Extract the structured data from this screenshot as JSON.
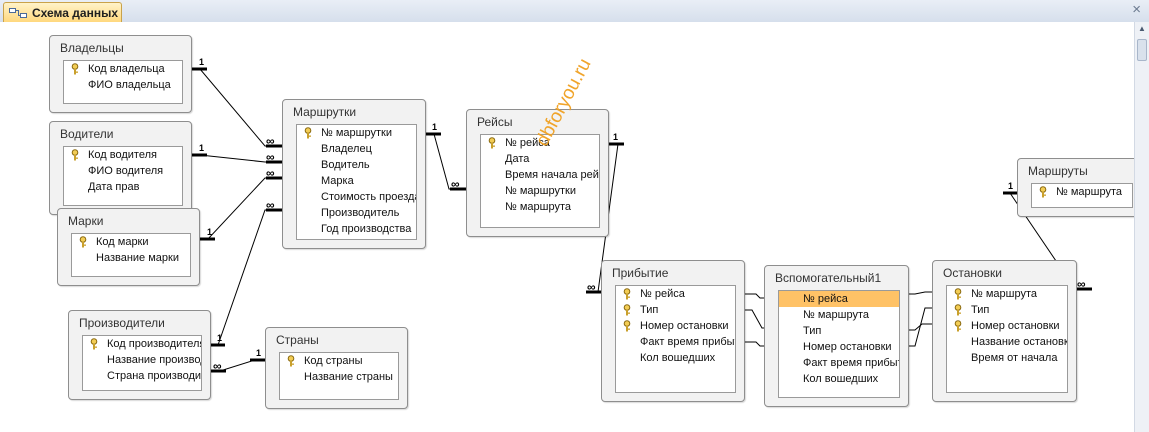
{
  "tab": {
    "label": "Схема данных",
    "icon": "relationships-icon",
    "close": "×"
  },
  "watermark": "dbforyou.ru",
  "cardinality": {
    "one": "1",
    "many": "∞"
  },
  "colors": {
    "highlight": "#ffc266",
    "tab": "#ffd77a",
    "key": "#e2b53a"
  },
  "tables": {
    "owners": {
      "title": "Владельцы",
      "fields": [
        {
          "name": "Код владельца",
          "key": true
        },
        {
          "name": "ФИО владельца",
          "key": false
        }
      ]
    },
    "drivers": {
      "title": "Водители",
      "fields": [
        {
          "name": "Код водителя",
          "key": true
        },
        {
          "name": "ФИО водителя",
          "key": false
        },
        {
          "name": "Дата прав",
          "key": false
        }
      ]
    },
    "brands": {
      "title": "Марки",
      "fields": [
        {
          "name": "Код марки",
          "key": true
        },
        {
          "name": "Название марки",
          "key": false
        }
      ]
    },
    "manufacturers": {
      "title": "Производители",
      "fields": [
        {
          "name": "Код производителя",
          "key": true
        },
        {
          "name": "Название производителя",
          "key": false
        },
        {
          "name": "Страна производителя",
          "key": false
        }
      ]
    },
    "countries": {
      "title": "Страны",
      "fields": [
        {
          "name": "Код страны",
          "key": true
        },
        {
          "name": "Название страны",
          "key": false
        }
      ]
    },
    "minibuses": {
      "title": "Маршрутки",
      "fields": [
        {
          "name": "№ маршрутки",
          "key": true
        },
        {
          "name": "Владелец",
          "key": false
        },
        {
          "name": "Водитель",
          "key": false
        },
        {
          "name": "Марка",
          "key": false
        },
        {
          "name": "Стоимость проезда",
          "key": false
        },
        {
          "name": "Производитель",
          "key": false
        },
        {
          "name": "Год производства",
          "key": false
        }
      ]
    },
    "trips": {
      "title": "Рейсы",
      "fields": [
        {
          "name": "№ рейса",
          "key": true
        },
        {
          "name": "Дата",
          "key": false
        },
        {
          "name": "Время начала рейса",
          "key": false
        },
        {
          "name": "№ маршрутки",
          "key": false
        },
        {
          "name": "№ маршрута",
          "key": false
        }
      ]
    },
    "routes": {
      "title": "Маршруты",
      "fields": [
        {
          "name": "№ маршрута",
          "key": true
        }
      ]
    },
    "arrival": {
      "title": "Прибытие",
      "fields": [
        {
          "name": "№ рейса",
          "key": true
        },
        {
          "name": "Тип",
          "key": true
        },
        {
          "name": "Номер остановки",
          "key": true
        },
        {
          "name": "Факт время прибытия",
          "key": false
        },
        {
          "name": "Кол вошедших",
          "key": false
        }
      ]
    },
    "aux": {
      "title": "Вспомогательный1",
      "fields": [
        {
          "name": "№ рейса",
          "key": false,
          "selected": true
        },
        {
          "name": "№ маршрута",
          "key": false
        },
        {
          "name": "Тип",
          "key": false
        },
        {
          "name": "Номер остановки",
          "key": false
        },
        {
          "name": "Факт время прибытия",
          "key": false
        },
        {
          "name": "Кол вошедших",
          "key": false
        }
      ]
    },
    "stops": {
      "title": "Остановки",
      "fields": [
        {
          "name": "№ маршрута",
          "key": true
        },
        {
          "name": "Тип",
          "key": true
        },
        {
          "name": "Номер остановки",
          "key": true
        },
        {
          "name": "Название остановки",
          "key": false
        },
        {
          "name": "Время от начала",
          "key": false
        }
      ]
    }
  }
}
